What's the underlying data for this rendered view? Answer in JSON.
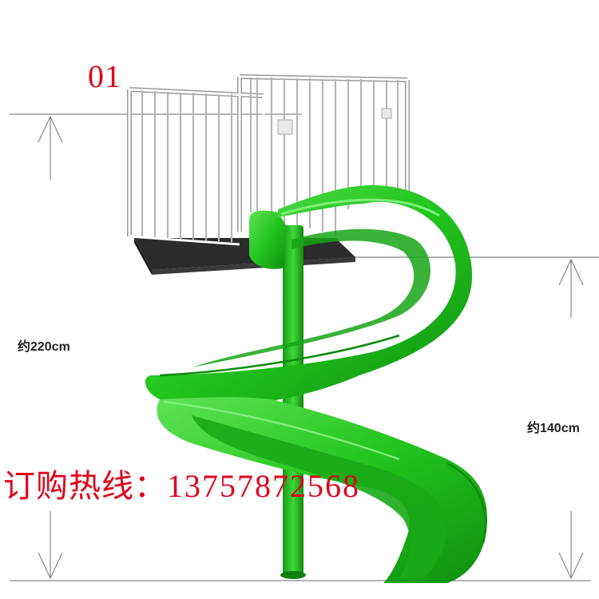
{
  "product_label": "01",
  "dimension_left": "约220cm",
  "dimension_right": "约140cm",
  "hotline": {
    "prefix": "订购热线：",
    "phone": "13757872568"
  },
  "colors": {
    "slide_green": "#22c41e",
    "railing_white": "#f4f4f4",
    "platform_dark": "#2b2b2b",
    "text_red": "#e0001a"
  }
}
